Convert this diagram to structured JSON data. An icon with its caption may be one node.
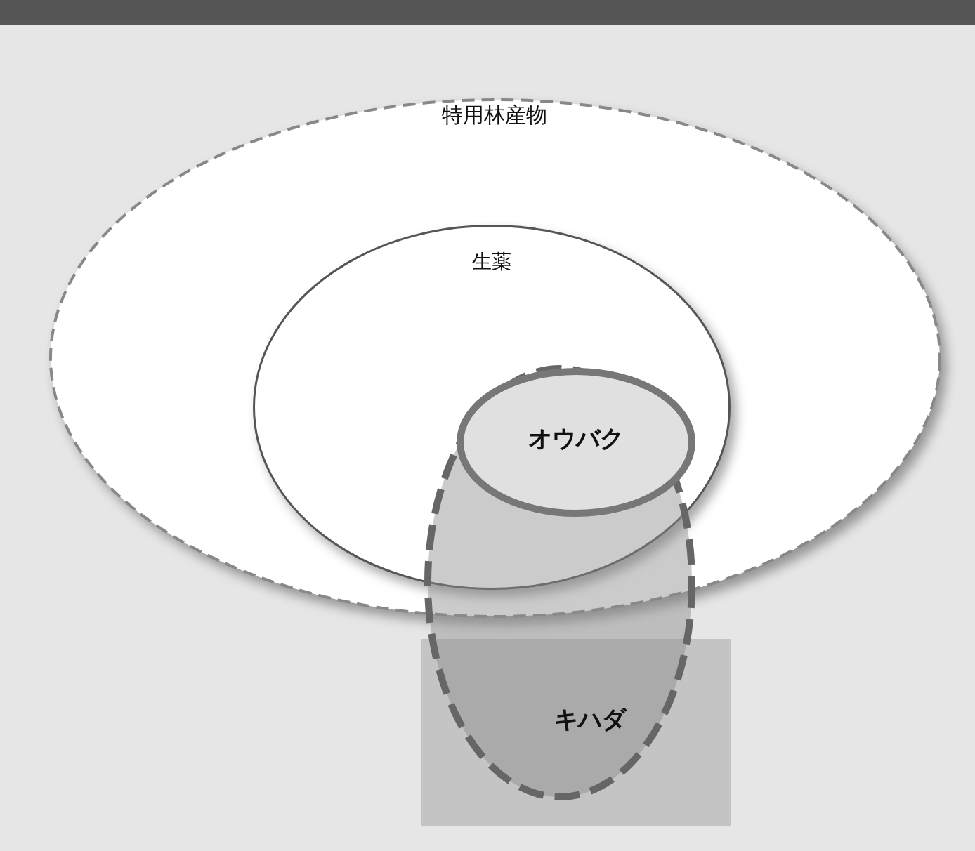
{
  "diagram": {
    "nodes": [
      {
        "text": [
          "特用林産物"
        ]
      },
      {
        "text": [
          "生薬"
        ],
        "in": 0
      },
      {
        "text": [
          "オウバク"
        ]
      },
      {
        "text": [
          "キハダ"
        ]
      }
    ]
  }
}
